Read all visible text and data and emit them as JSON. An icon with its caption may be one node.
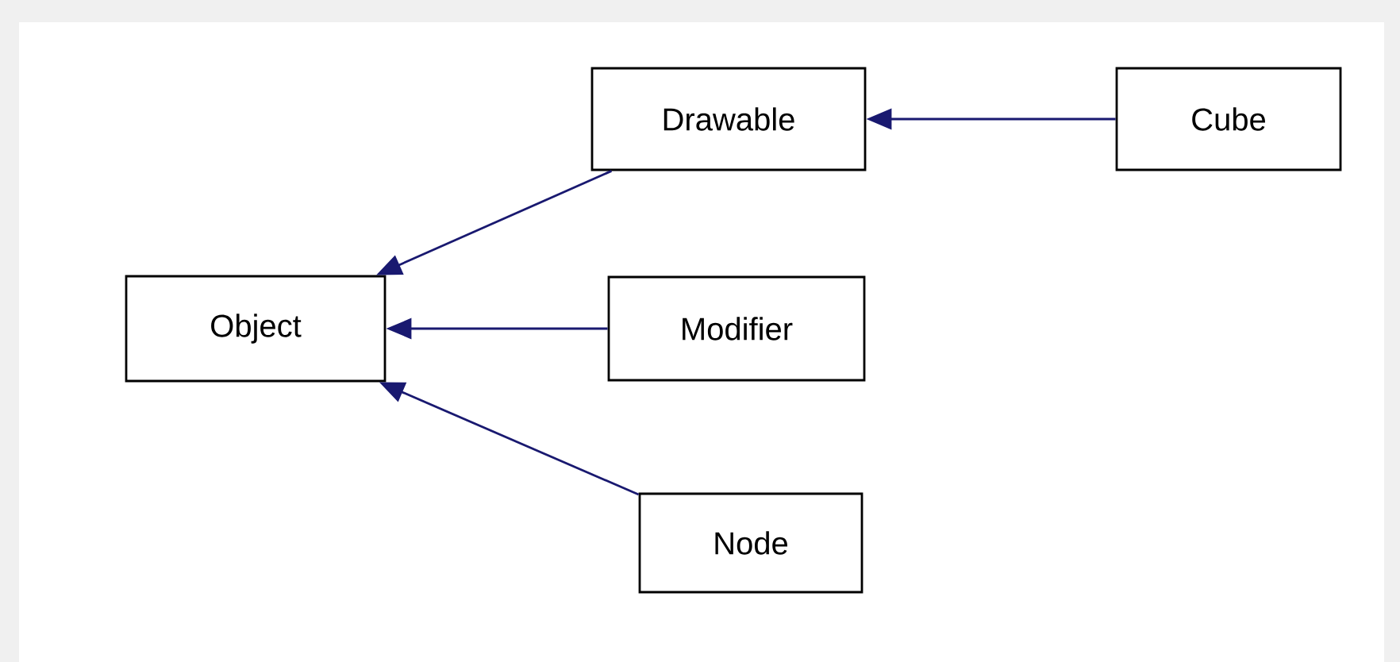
{
  "diagram": {
    "nodes": [
      {
        "text": [
          "Object"
        ]
      },
      {
        "text": [
          "Drawable"
        ]
      },
      {
        "text": [
          "Cube"
        ]
      },
      {
        "text": [
          "Modifier"
        ]
      },
      {
        "text": [
          "Node"
        ]
      }
    ],
    "edges": [
      {
        "from": 2,
        "to": 1,
        "arrow": "to"
      },
      {
        "from": 1,
        "to": 0,
        "arrow": "to"
      },
      {
        "from": 3,
        "to": 0,
        "arrow": "to"
      },
      {
        "from": 4,
        "to": 0,
        "arrow": "to"
      }
    ]
  }
}
